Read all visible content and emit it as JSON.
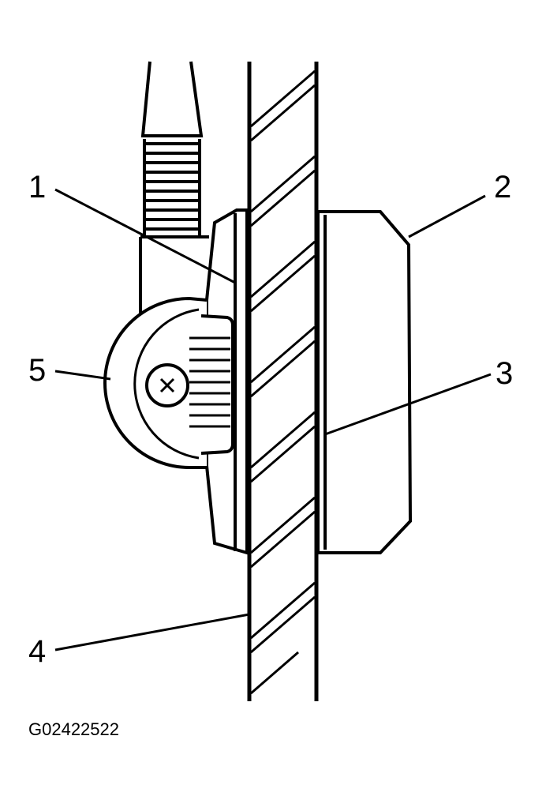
{
  "diagram": {
    "callouts": [
      {
        "id": "1",
        "label": "1"
      },
      {
        "id": "2",
        "label": "2"
      },
      {
        "id": "3",
        "label": "3"
      },
      {
        "id": "4",
        "label": "4"
      },
      {
        "id": "5",
        "label": "5"
      }
    ],
    "figure_code": "G02422522",
    "colors": {
      "ink": "#000000",
      "paper": "#ffffff"
    }
  }
}
